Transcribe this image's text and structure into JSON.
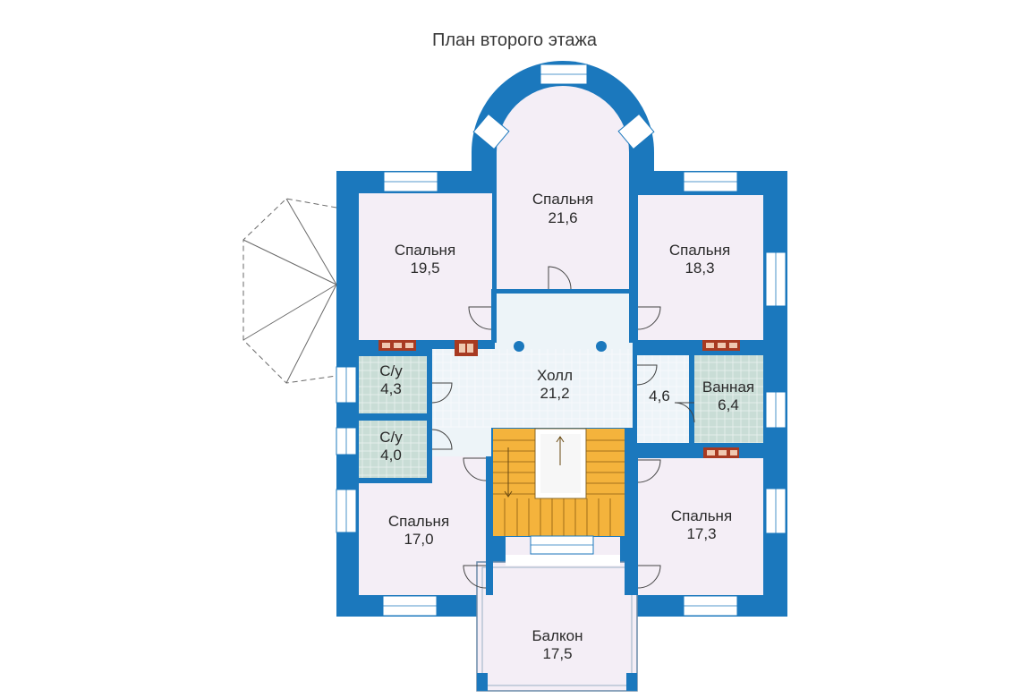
{
  "title": "План второго этажа",
  "rooms": [
    {
      "id": "bedroom-top-left",
      "name": "Спальня",
      "area": "19,5"
    },
    {
      "id": "bedroom-top-center",
      "name": "Спальня",
      "area": "21,6"
    },
    {
      "id": "bedroom-top-right",
      "name": "Спальня",
      "area": "18,3"
    },
    {
      "id": "hall",
      "name": "Холл",
      "area": "21,2"
    },
    {
      "id": "wc-1",
      "name": "С/у",
      "area": "4,3"
    },
    {
      "id": "wc-2",
      "name": "С/у",
      "area": "4,0"
    },
    {
      "id": "closet",
      "name": "",
      "area": "4,6"
    },
    {
      "id": "bathroom",
      "name": "Ванная",
      "area": "6,4"
    },
    {
      "id": "bedroom-bottom-left",
      "name": "Спальня",
      "area": "17,0"
    },
    {
      "id": "bedroom-bottom-right",
      "name": "Спальня",
      "area": "17,3"
    },
    {
      "id": "balcony",
      "name": "Балкон",
      "area": "17,5"
    }
  ],
  "colors": {
    "wall": "#1b78bd",
    "room_fill": "#f4eef6",
    "hall_fill": "#edf4f8",
    "wet_fill": "#c9ddd6",
    "stairs_fill": "#f4b33c",
    "window_fill": "#ffffff",
    "chimney_fill": "#a83a22"
  }
}
